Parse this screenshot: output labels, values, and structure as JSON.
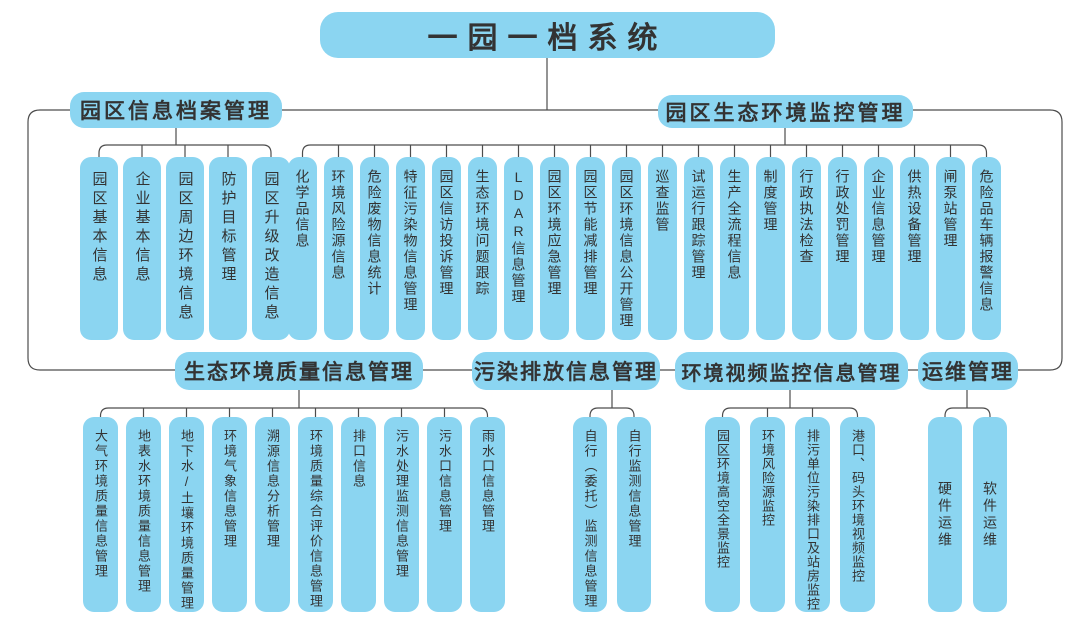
{
  "title": "一园一档系统",
  "colors": {
    "node_fill": "#8bd5f1",
    "connector_line": "#4d4d4d",
    "text": "#333333",
    "background": "#ffffff"
  },
  "branches": [
    {
      "id": "archive",
      "label": "园区信息档案管理",
      "children": [
        "园区基本信息",
        "企业基本信息",
        "园区周边环境信息",
        "防护目标管理",
        "园区升级改造信息"
      ]
    },
    {
      "id": "monitoring",
      "label": "园区生态环境监控管理",
      "children": [
        "化学品信息",
        "环境风险源信息",
        "危险废物信息统计",
        "特征污染物信息管理",
        "园区信访投诉管理",
        "生态环境问题跟踪",
        "LDAR信息管理",
        "园区环境应急管理",
        "园区节能减排管理",
        "园区环境信息公开管理",
        "巡查监管",
        "试运行跟踪管理",
        "生产全流程信息",
        "制度管理",
        "行政执法检查",
        "行政处罚管理",
        "企业信息管理",
        "供热设备管理",
        "闸泵站管理",
        "危险品车辆报警信息"
      ]
    },
    {
      "id": "quality",
      "label": "生态环境质量信息管理",
      "children": [
        "大气环境质量信息管理",
        "地表水环境质量信息管理",
        "地下水/土壤环境质量管理",
        "环境气象信息管理",
        "溯源信息分析管理",
        "环境质量综合评价信息管理",
        "排口信息",
        "污水处理监测信息管理",
        "污水口信息管理",
        "雨水口信息管理"
      ]
    },
    {
      "id": "emission",
      "label": "污染排放信息管理",
      "children": [
        "自行（委托）监测信息管理",
        "自行监测信息管理"
      ]
    },
    {
      "id": "video",
      "label": "环境视频监控信息管理",
      "children": [
        "园区环境高空全景监控",
        "环境风险源监控",
        "排污单位污染排口及站房监控",
        "港口、码头环境视频监控"
      ]
    },
    {
      "id": "ops",
      "label": "运维管理",
      "children": [
        "硬件运维",
        "软件运维"
      ]
    }
  ]
}
